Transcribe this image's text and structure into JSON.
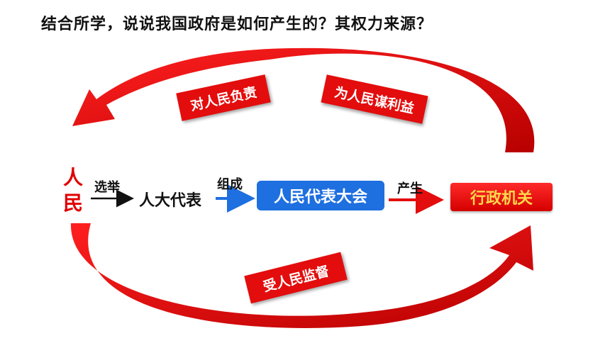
{
  "question": "结合所学，说说我国政府是如何产生的？其权力来源？",
  "nodes": {
    "people_char1": "人",
    "people_char2": "民",
    "deputies": "人大代表",
    "npc": "人民代表大会",
    "admin": "行政机关"
  },
  "edges": {
    "elect": "选举",
    "form": "组成",
    "produce": "产生"
  },
  "loop_labels": {
    "responsible": "对人民负责",
    "interest": "为人民谋利益",
    "supervision": "受人民监督"
  },
  "colors": {
    "red": "#e30d0d",
    "blue": "#1e6fe0",
    "admin_text": "#ffd84a"
  }
}
